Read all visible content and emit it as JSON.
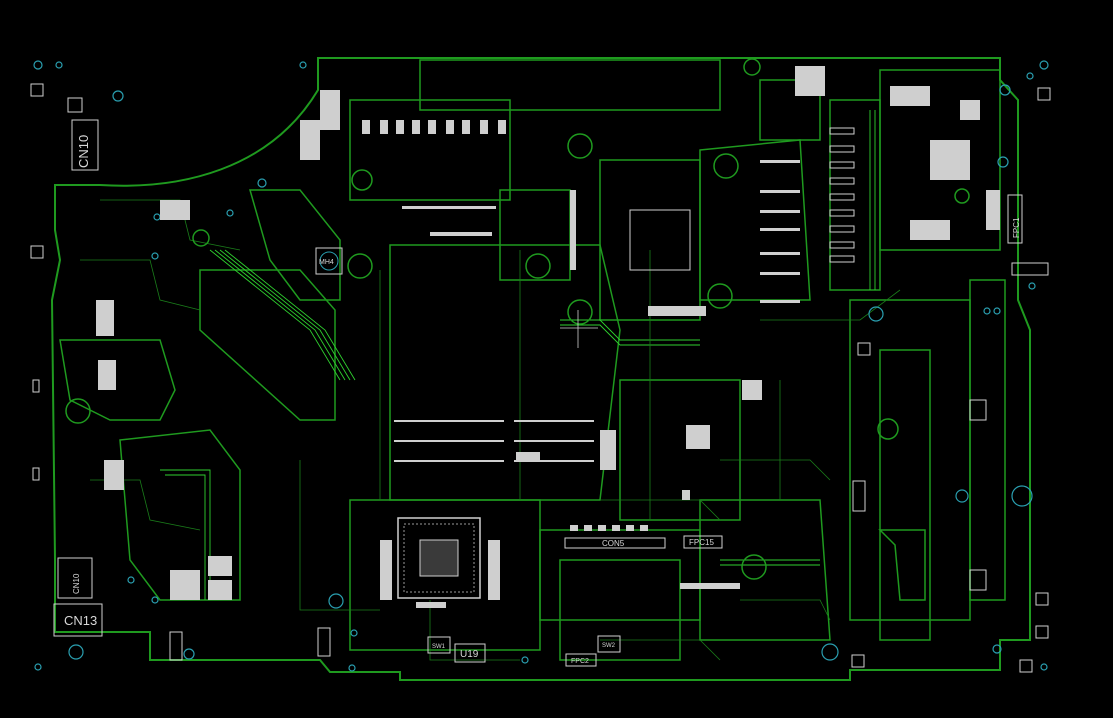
{
  "colors": {
    "background": "#000000",
    "trace": "#1f9a1f",
    "trace_bright": "#2fd02f",
    "silkscreen": "#cfcfcf",
    "via": "#2a9fb0"
  },
  "labels": {
    "cn10_top": "CN10",
    "cn10_bottom": "CN10",
    "cn13": "CN13",
    "mh4": "MH4",
    "con5": "CON5",
    "fpc15": "FPC15",
    "fpc2": "FPC2",
    "u19": "U19",
    "sw1": "SW1",
    "sw2": "SW2",
    "fpc1": "FPC1"
  }
}
